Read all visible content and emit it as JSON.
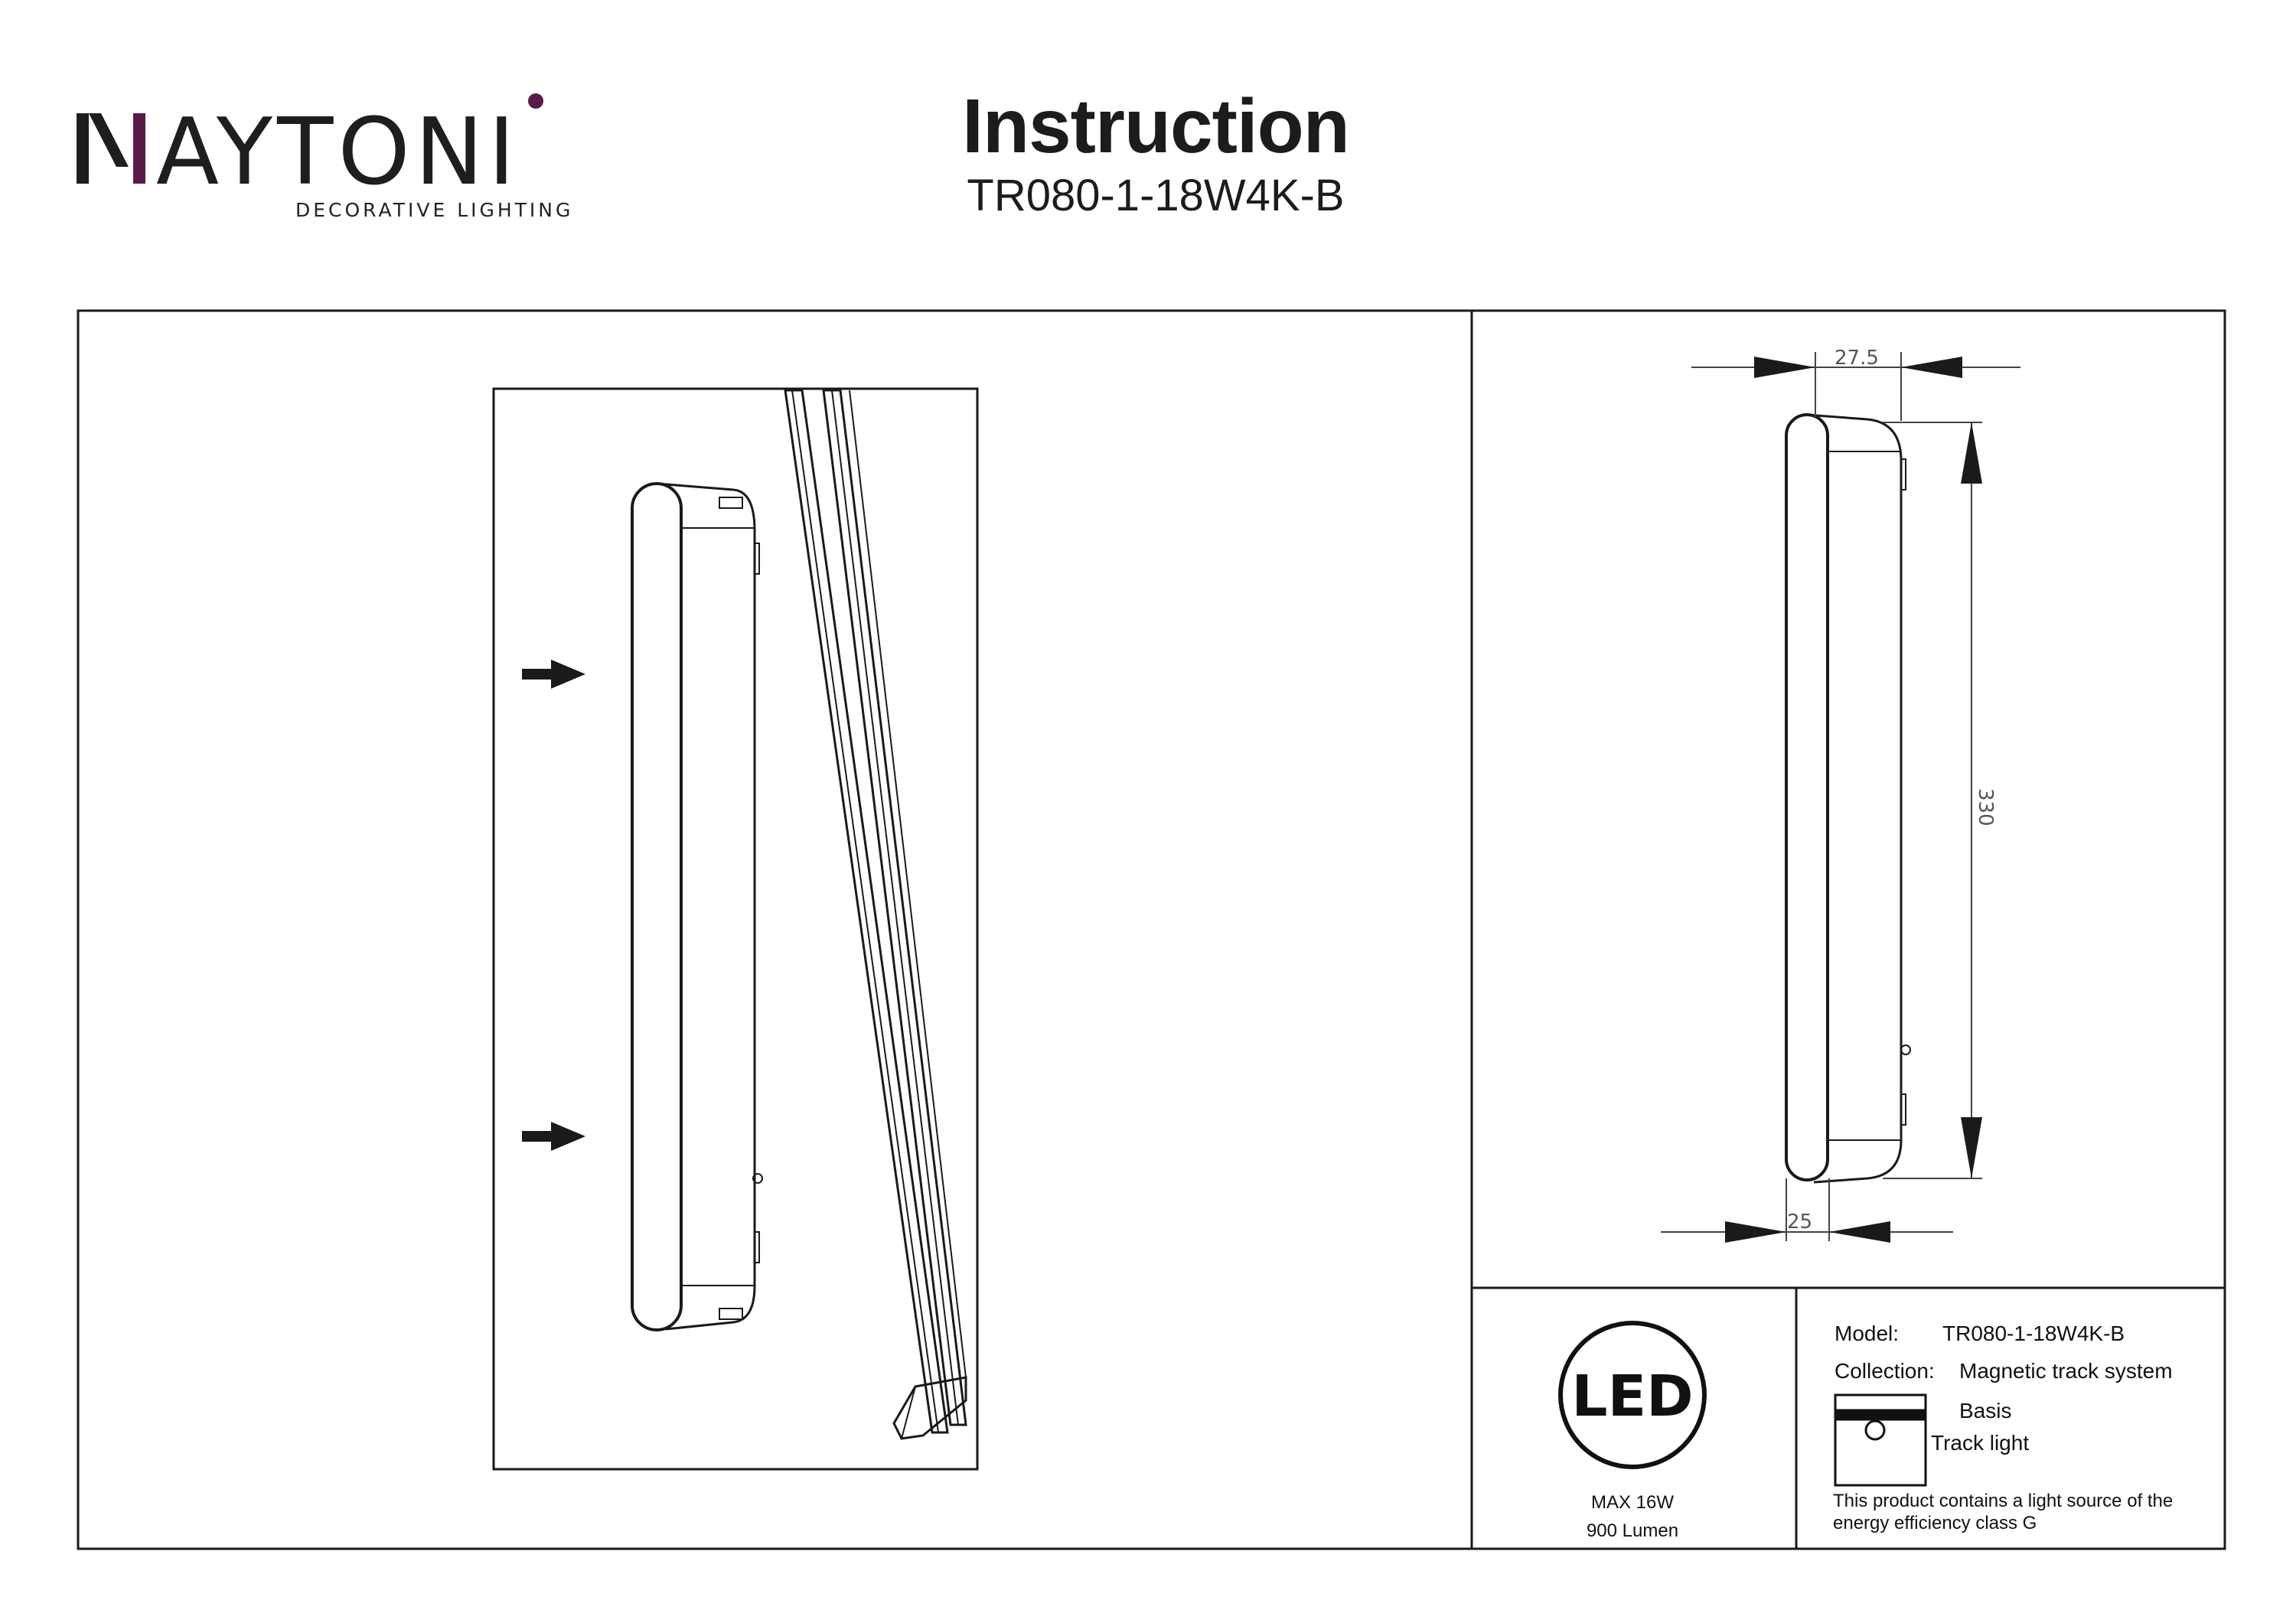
{
  "brand": {
    "name": "MAYTONI",
    "tagline": "DECORATIVE LIGHTING",
    "accent_color": "#5a1a48"
  },
  "header": {
    "title": "Instruction",
    "model_code": "TR080-1-18W4K-B"
  },
  "dimensions": {
    "top_width": "27.5",
    "height": "330",
    "bottom_width": "25"
  },
  "led_badge": {
    "label": "LED",
    "max_power": "MAX 16W",
    "lumen": "900 Lumen"
  },
  "specs": {
    "model_label": "Model:",
    "model_value": "TR080-1-18W4K-B",
    "collection_label": "Collection:",
    "collection_value": "Magnetic track system",
    "sub_collection": "Basis",
    "product_type": "Track light",
    "track_icon": "track-light-icon"
  },
  "energy_note": "This product contains a light source of the energy efficiency class G"
}
